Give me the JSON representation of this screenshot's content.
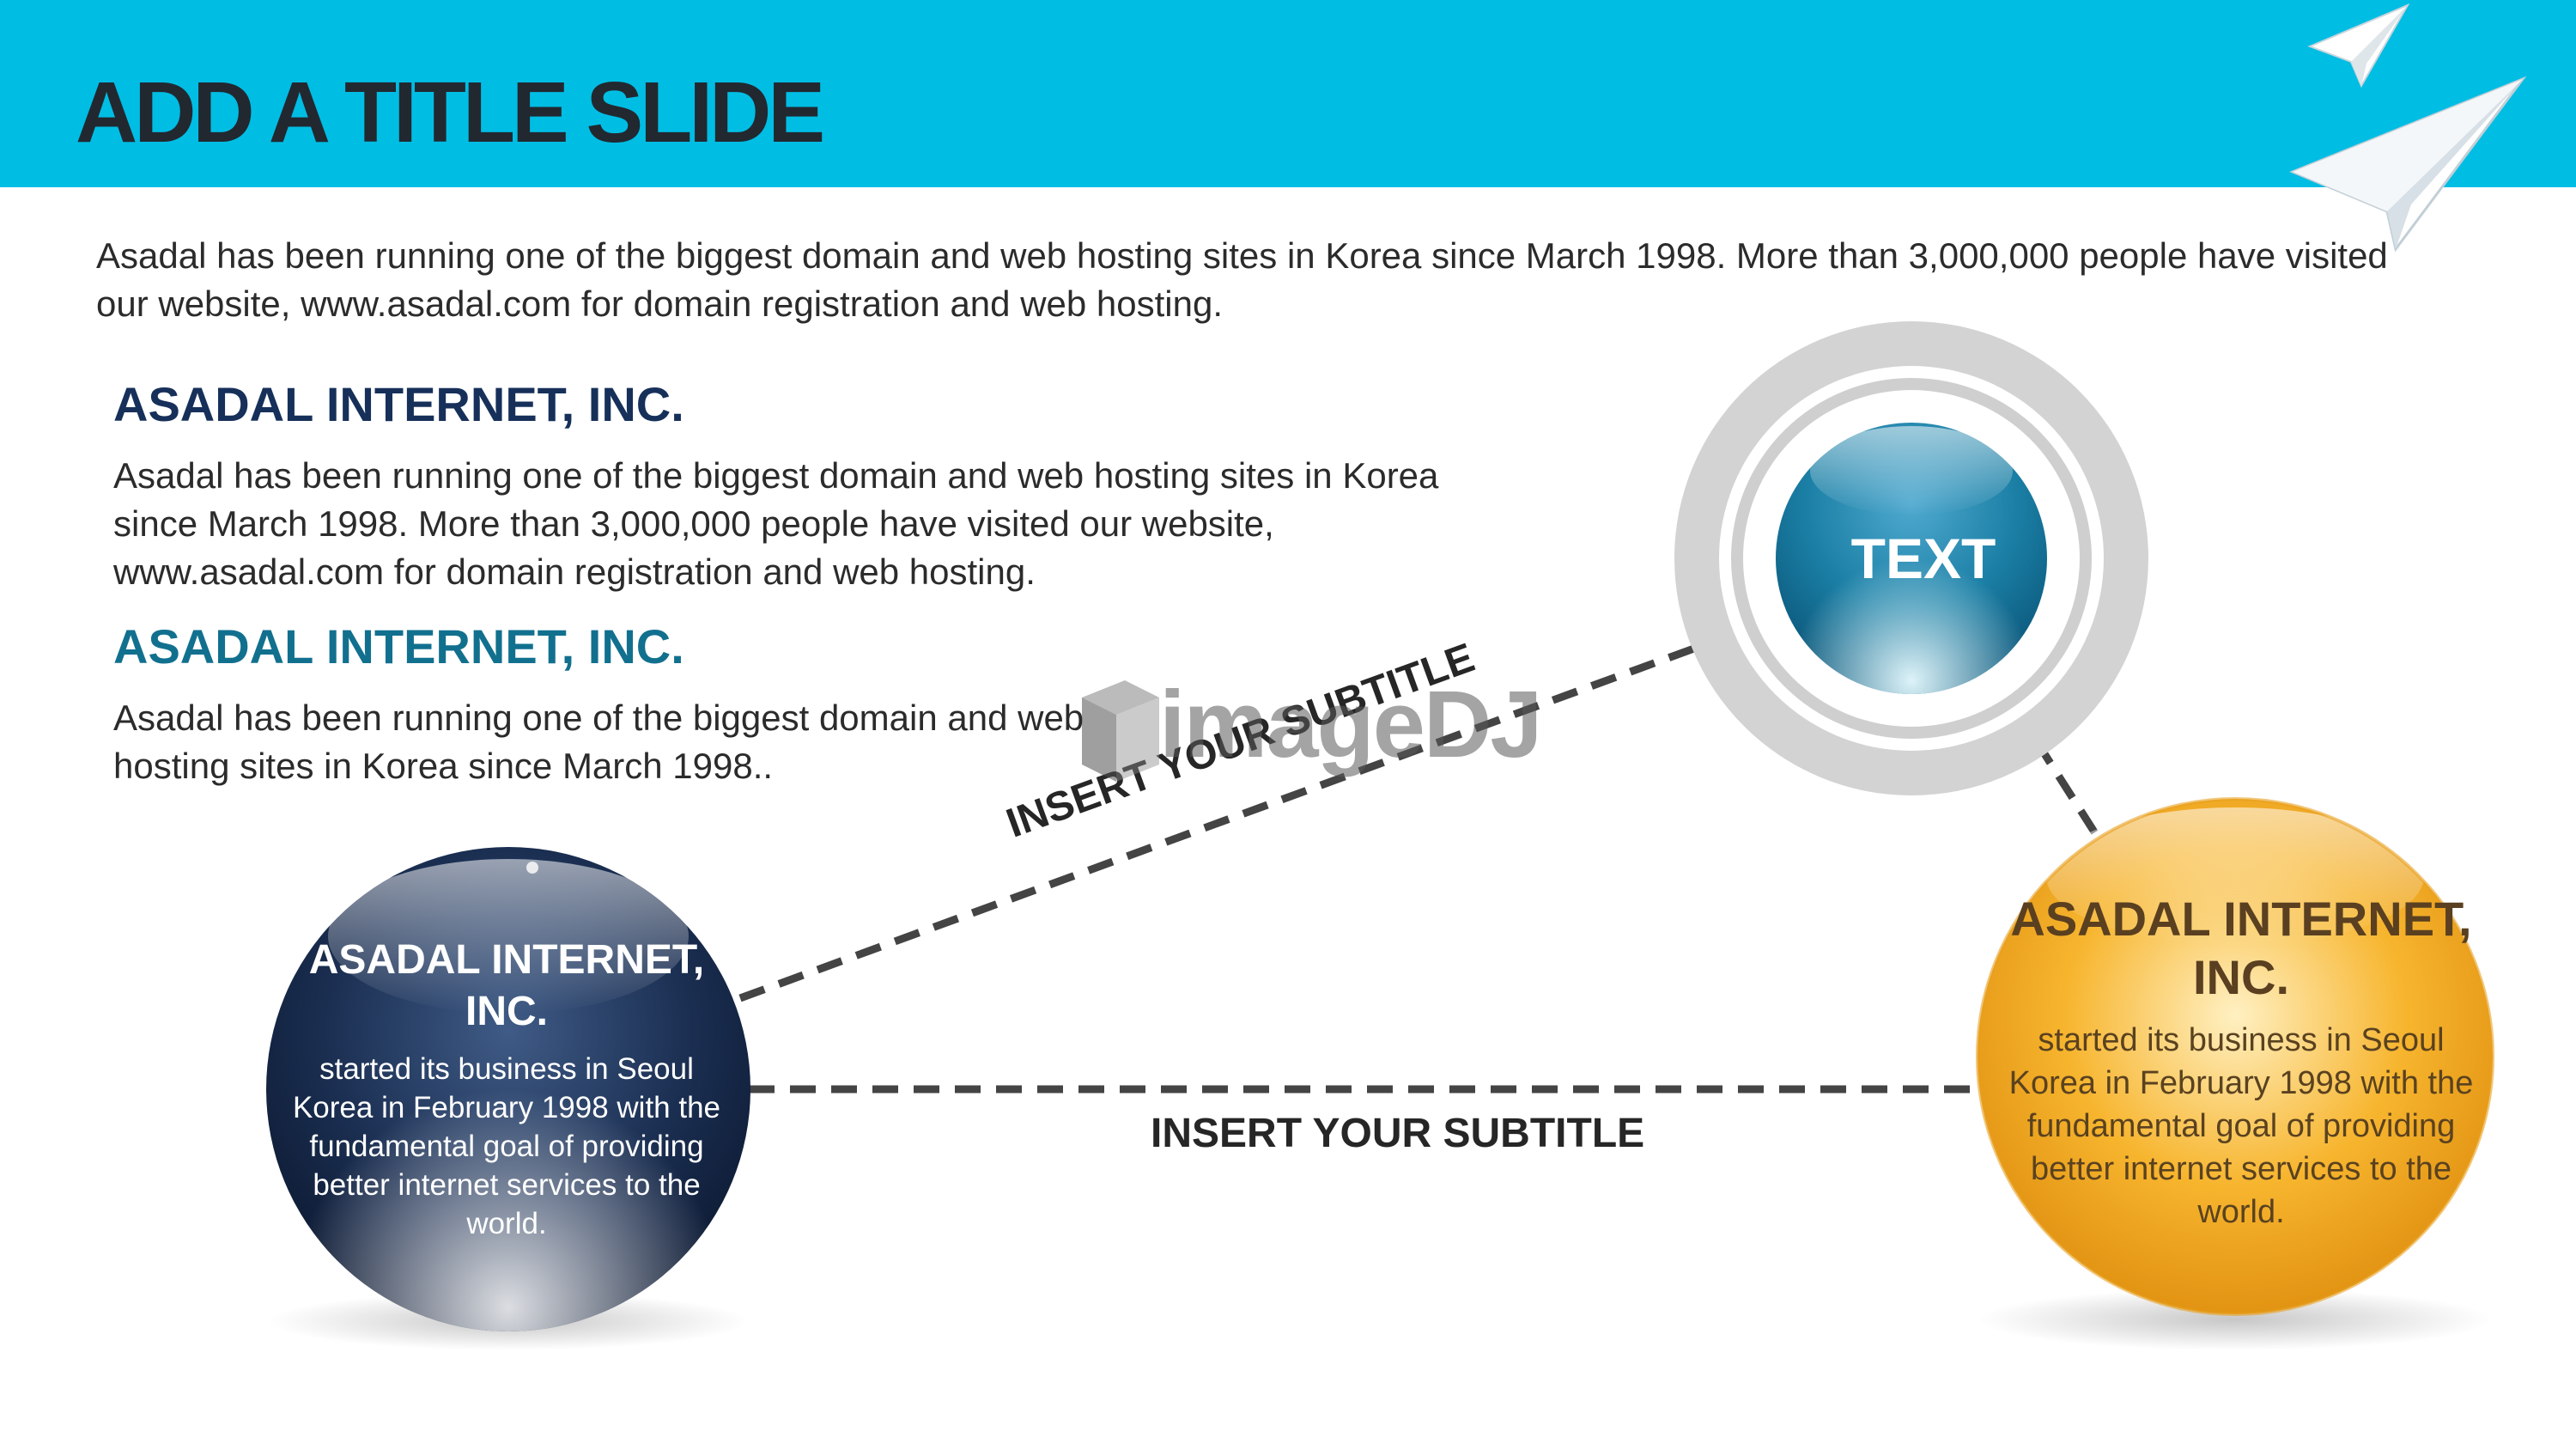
{
  "slide": {
    "title": "ADD A TITLE SLIDE",
    "intro": "Asadal has been running one of the biggest domain and web hosting sites in Korea since March 1998. More than 3,000,000 people have visited our website,  www.asadal.com for domain registration and web hosting.",
    "sections": [
      {
        "heading": "ASADAL INTERNET, INC.",
        "body": "Asadal has been running one of the biggest domain and web hosting sites in Korea since March 1998. More than 3,000,000 people have visited our website,  www.asadal.com for domain registration and web hosting."
      },
      {
        "heading": "ASADAL INTERNET, INC.",
        "body": "Asadal has been running one of the biggest domain and web hosting sites in Korea since March 1998.."
      }
    ]
  },
  "diagram": {
    "center_label": "TEXT",
    "subtitle_diagonal": "INSERT YOUR SUBTITLE",
    "subtitle_bottom": "INSERT YOUR SUBTITLE",
    "navy_ball": {
      "title": "ASADAL INTERNET, INC.",
      "desc": "started its business in Seoul Korea in February 1998 with the fundamental goal of providing better internet services to the world."
    },
    "gold_ball": {
      "title": "ASADAL INTERNET, INC.",
      "desc": "started its business in Seoul Korea in February 1998 with the fundamental goal of providing better internet services to the world."
    }
  },
  "watermark": "imageDJ",
  "colors": {
    "header": "#00bde4",
    "navy": "#1b2f52",
    "teal": "#1b7fa5",
    "gold": "#f7b52e",
    "ring": "#cfcfcf",
    "connector": "#444444"
  },
  "icons": [
    "paper-plane-small-icon",
    "paper-plane-large-icon"
  ]
}
